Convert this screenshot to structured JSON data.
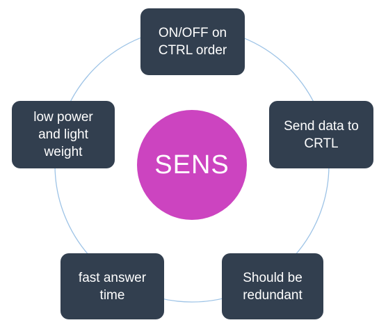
{
  "center": {
    "label": "SENS",
    "color": "#cc44c0"
  },
  "nodes": [
    {
      "id": "top",
      "label": "ON/OFF on\nCTRL order"
    },
    {
      "id": "right",
      "label": "Send data to\nCRTL"
    },
    {
      "id": "bottom-right",
      "label": "Should be\nredundant"
    },
    {
      "id": "bottom-left",
      "label": "fast answer\ntime"
    },
    {
      "id": "left",
      "label": "low power\nand light\nweight"
    }
  ],
  "colors": {
    "node_fill": "#323f4f",
    "ring": "#9dc3e6",
    "text": "#ffffff"
  }
}
